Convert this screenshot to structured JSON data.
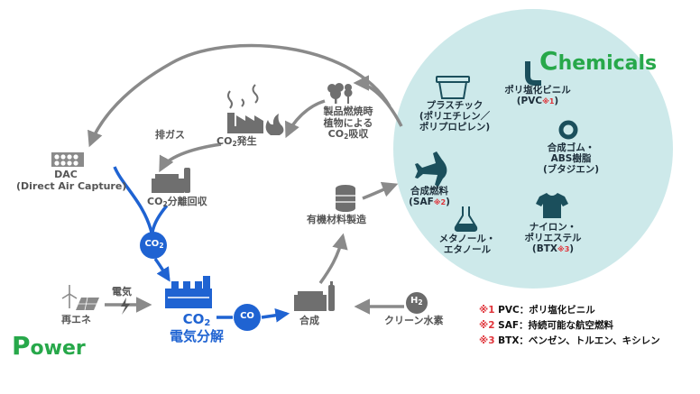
{
  "colors": {
    "blue": "#1f63d2",
    "gray": "#8a8a8a",
    "green": "#27a84a",
    "teal_bg": "#cde9ea",
    "red": "#e0343a",
    "dark_teal": "#1b4f5c"
  },
  "titles": {
    "chemicals_initial": "C",
    "chemicals_rest": "hemicals",
    "power_initial": "P",
    "power_rest": "ower"
  },
  "nodes": {
    "dac_line1": "DAC",
    "dac_line2": "(Direct Air Capture)",
    "exhaust": "排ガス",
    "co2_gen_pre": "CO",
    "co2_gen_sub": "2",
    "co2_gen_post": "発生",
    "co2_sep_pre": "CO",
    "co2_sep_sub": "2",
    "co2_sep_post": "分離回収",
    "absorb_line1": "製品燃焼時",
    "absorb_line2": "植物による",
    "absorb_line3_pre": "CO",
    "absorb_line3_sub": "2",
    "absorb_line3_post": "吸収",
    "organic_manufacture": "有機材料製造",
    "synthesis": "合成",
    "clean_hydrogen": "クリーン水素",
    "h2_main": "H",
    "h2_sub": "2",
    "renewable": "再エネ",
    "electricity": "電気",
    "co2_bubble_main": "CO",
    "co2_bubble_sub": "2",
    "co_bubble": "CO",
    "electrolysis_line1_main": "CO",
    "electrolysis_line1_sub": "2",
    "electrolysis_line2": "電気分解"
  },
  "chemicals": {
    "plastic_line1": "プラスチック",
    "plastic_line2": "(ポリエチレン／",
    "plastic_line3": "ポリプロピレン)",
    "pvc_line1": "ポリ塩化ビニル",
    "pvc_line2_pre": "(PVC",
    "pvc_line2_mark": "※1",
    "pvc_line2_post": ")",
    "rubber_line1": "合成ゴム・",
    "rubber_line2": "ABS樹脂",
    "rubber_line3": "(ブタジエン)",
    "fuel_line1": "合成燃料",
    "fuel_line2_pre": "(SAF",
    "fuel_line2_mark": "※2",
    "fuel_line2_post": ")",
    "alcohol_line1": "メタノール・",
    "alcohol_line2": "エタノール",
    "nylon_line1": "ナイロン・",
    "nylon_line2": "ポリエステル",
    "nylon_line3_pre": "(BTX",
    "nylon_line3_mark": "※3",
    "nylon_line3_post": ")"
  },
  "notes": [
    {
      "mark": "※1",
      "text": "PVC：ポリ塩化ビニル"
    },
    {
      "mark": "※2",
      "text": "SAF：持続可能な航空燃料"
    },
    {
      "mark": "※3",
      "text": "BTX：ベンゼン、トルエン、キシレン"
    }
  ],
  "icons": [
    "dac-unit-icon",
    "factory-smoke-icon",
    "fire-icon",
    "separation-plant-icon",
    "trees-icon",
    "storage-tank-icon",
    "synthesis-plant-icon",
    "hydrogen-icon",
    "wind-turbine-icon",
    "solar-panel-icon",
    "lightning-icon",
    "electrolysis-plant-icon",
    "plastic-container-icon",
    "pipe-icon",
    "ring-icon",
    "airplane-icon",
    "flask-icon",
    "t-shirt-icon"
  ]
}
